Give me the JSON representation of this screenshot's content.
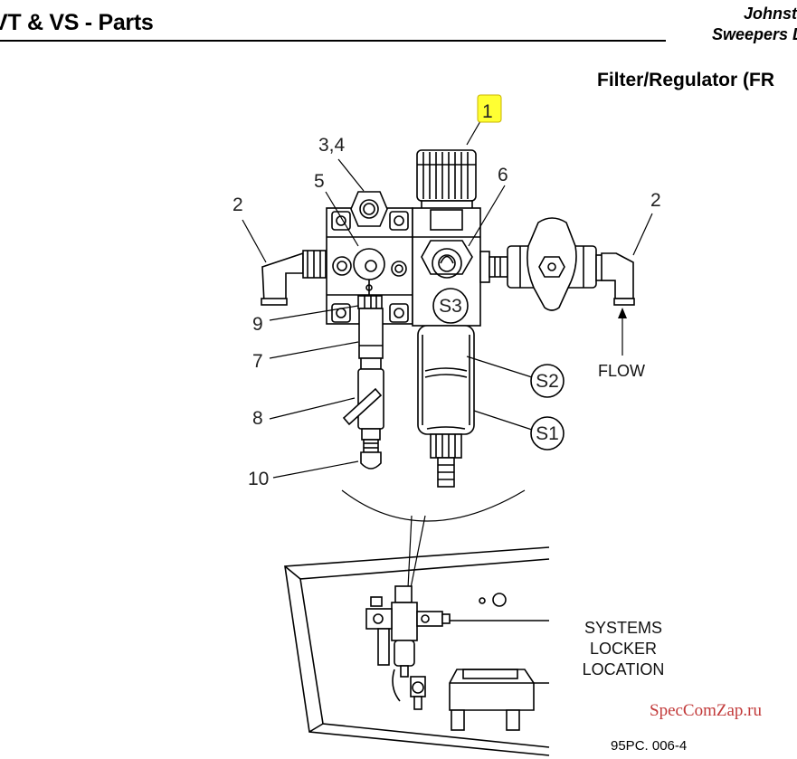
{
  "header": {
    "title": "VT & VS - Parts",
    "brand_line1": "Johnston",
    "brand_line2": "Sweepers Lin"
  },
  "section_title": "Filter/Regulator (FR",
  "callouts": {
    "item_1": "1",
    "item_2_left": "2",
    "item_2_right": "2",
    "item_3_4": "3,4",
    "item_5": "5",
    "item_6": "6",
    "item_7": "7",
    "item_8": "8",
    "item_9": "9",
    "item_10": "10",
    "s1": "S1",
    "s2": "S2",
    "s3": "S3"
  },
  "flow_label": "FLOW",
  "location": {
    "line1": "SYSTEMS",
    "line2": "LOCKER",
    "line3": "LOCATION"
  },
  "figure_code": "95PC. 006-4",
  "watermark": "SpecComZap.ru",
  "colors": {
    "highlight": "#ffff33",
    "watermark": "#c23a3a"
  }
}
